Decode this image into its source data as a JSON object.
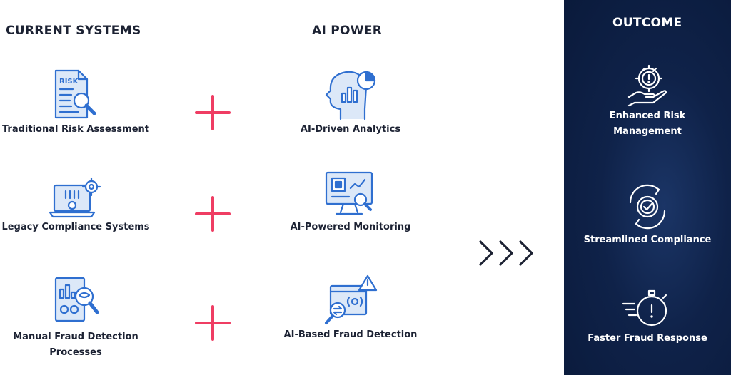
{
  "columns": {
    "current": {
      "title": "CURRENT SYSTEMS",
      "items": [
        {
          "label": "Traditional Risk Assessment",
          "icon": "risk-document-icon",
          "icon_text": "RISK"
        },
        {
          "label": "Legacy Compliance Systems",
          "icon": "laptop-gear-icon"
        },
        {
          "label_line1": "Manual Fraud Detection",
          "label_line2": "Processes",
          "icon": "fraud-report-icon"
        }
      ]
    },
    "ai": {
      "title": "AI POWER",
      "items": [
        {
          "label": "AI-Driven Analytics",
          "icon": "ai-head-analytics-icon"
        },
        {
          "label": "AI-Powered Monitoring",
          "icon": "monitor-chip-icon"
        },
        {
          "label": "AI-Based Fraud Detection",
          "icon": "fraud-alert-window-icon"
        }
      ]
    },
    "outcome": {
      "title": "OUTCOME",
      "items": [
        {
          "label_line1": "Enhanced Risk",
          "label_line2": "Management",
          "icon": "hand-gear-alert-icon"
        },
        {
          "label": "Streamlined Compliance",
          "icon": "gear-check-cycle-icon"
        },
        {
          "label": "Faster Fraud Response",
          "icon": "stopwatch-alert-icon"
        }
      ]
    }
  },
  "connectors": {
    "plus_icon": "plus-icon",
    "arrow_icon": "triple-chevron-icon"
  },
  "colors": {
    "icon_blue": "#2f6fd0",
    "plus_pink": "#ef3d63",
    "heading_dark": "#1c2233",
    "panel_navy": "#0f2249",
    "chevron_dark": "#1c2233"
  }
}
